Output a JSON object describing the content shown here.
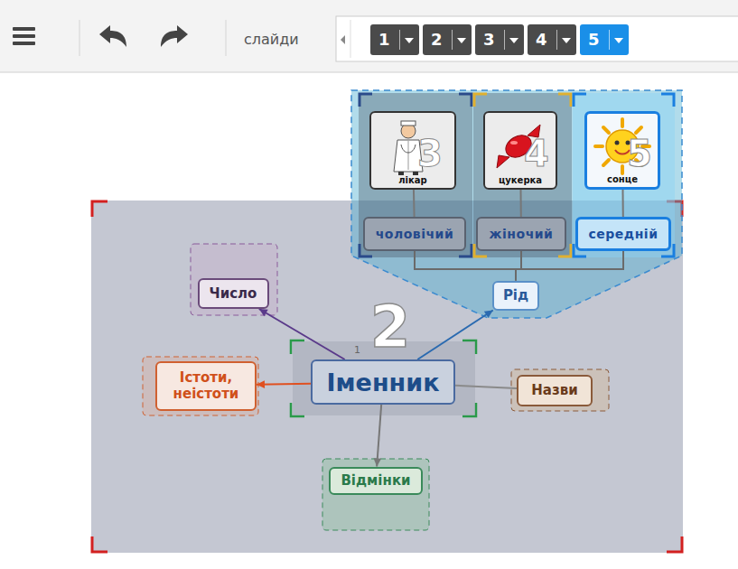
{
  "diagram": {
    "nodes": [
      {
        "text": [
          "лікар"
        ]
      },
      {
        "text": [
          "цукерка"
        ]
      },
      {
        "text": [
          "сонце"
        ]
      },
      {
        "text": [
          "чоловічий"
        ]
      },
      {
        "text": [
          "жіночий"
        ]
      },
      {
        "text": [
          "середній"
        ]
      },
      {
        "text": [
          "Рід"
        ]
      },
      {
        "text": [
          "Число"
        ]
      },
      {
        "text": [
          "Істоти, неістоти"
        ]
      },
      {
        "text": [
          "Іменник"
        ]
      },
      {
        "text": [
          "Назви"
        ]
      },
      {
        "text": [
          "Відмінки"
        ]
      }
    ],
    "edges": [
      {
        "from": 9,
        "to": 7,
        "arrow": "to"
      },
      {
        "from": 9,
        "to": 6,
        "arrow": "to"
      },
      {
        "from": 9,
        "to": 8,
        "arrow": "to"
      },
      {
        "from": 9,
        "to": 10,
        "arrow": "none"
      },
      {
        "from": 9,
        "to": 11,
        "arrow": "to"
      },
      {
        "from": 6,
        "to": 3,
        "arrow": "none"
      },
      {
        "from": 6,
        "to": 4,
        "arrow": "none"
      },
      {
        "from": 6,
        "to": 5,
        "arrow": "none"
      },
      {
        "from": 3,
        "to": 0,
        "arrow": "none"
      },
      {
        "from": 4,
        "to": 1,
        "arrow": "none"
      },
      {
        "from": 5,
        "to": 2,
        "arrow": "none"
      }
    ],
    "labels": [
      "слайди",
      "1",
      "2",
      "3",
      "4",
      "5",
      "2",
      "3",
      "4",
      "5",
      "1"
    ]
  }
}
